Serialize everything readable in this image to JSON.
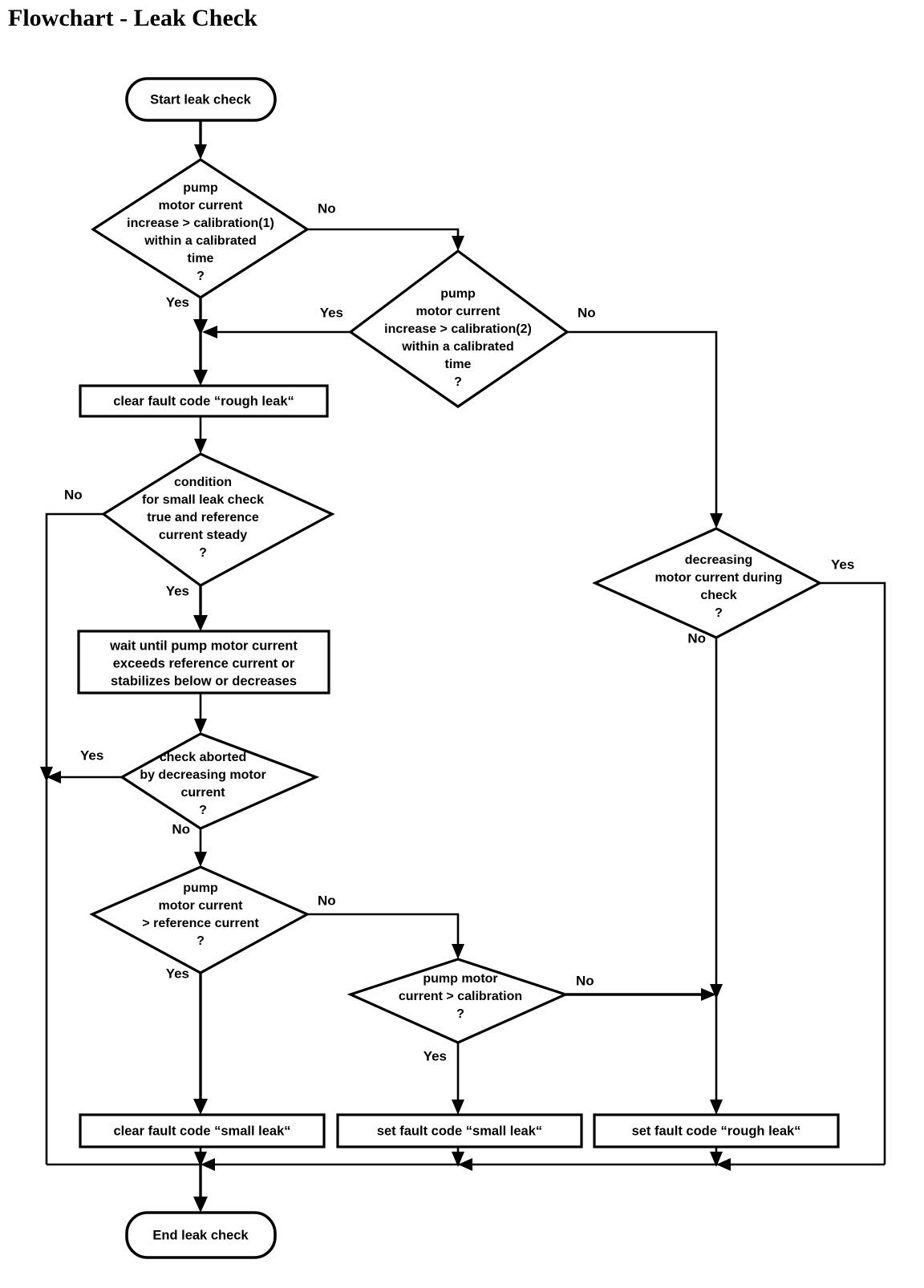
{
  "title": "Flowchart - Leak Check",
  "chart_data": {
    "type": "diagram",
    "diagram_kind": "flowchart",
    "title": "Flowchart - Leak Check",
    "orientation": "top-to-bottom",
    "nodes": [
      {
        "id": "start",
        "shape": "terminator",
        "text": "Start leak check"
      },
      {
        "id": "d1",
        "shape": "decision",
        "lines": [
          "pump",
          "motor current",
          "increase > calibration(1)",
          "within a calibrated",
          "time",
          "?"
        ]
      },
      {
        "id": "d2",
        "shape": "decision",
        "lines": [
          "pump",
          "motor current",
          "increase > calibration(2)",
          "within a calibrated",
          "time",
          "?"
        ]
      },
      {
        "id": "p1",
        "shape": "process",
        "lines": [
          "clear fault code “rough leak“"
        ]
      },
      {
        "id": "d3",
        "shape": "decision",
        "lines": [
          "condition",
          "for small leak check",
          "true and reference",
          "current steady",
          "?"
        ]
      },
      {
        "id": "p2",
        "shape": "process",
        "lines": [
          "wait until pump motor current",
          "exceeds reference current or",
          "stabilizes below or decreases"
        ]
      },
      {
        "id": "d4",
        "shape": "decision",
        "lines": [
          "check aborted",
          "by decreasing motor",
          "current",
          "?"
        ]
      },
      {
        "id": "d5",
        "shape": "decision",
        "lines": [
          "pump",
          "motor current",
          "> reference current",
          "?"
        ]
      },
      {
        "id": "d6",
        "shape": "decision",
        "lines": [
          "decreasing",
          "motor current during",
          "check",
          "?"
        ]
      },
      {
        "id": "d7",
        "shape": "decision",
        "lines": [
          "pump motor",
          "current > calibration",
          "?"
        ]
      },
      {
        "id": "p3",
        "shape": "process",
        "lines": [
          "clear fault code “small leak“"
        ]
      },
      {
        "id": "p4",
        "shape": "process",
        "lines": [
          "set fault code “small leak“"
        ]
      },
      {
        "id": "p5",
        "shape": "process",
        "lines": [
          "set fault code “rough leak“"
        ]
      },
      {
        "id": "end",
        "shape": "terminator",
        "text": "End leak check"
      }
    ],
    "edges": [
      {
        "from": "start",
        "to": "d1",
        "label": ""
      },
      {
        "from": "d1",
        "to": "p1",
        "label": "Yes"
      },
      {
        "from": "d1",
        "to": "d2",
        "label": "No"
      },
      {
        "from": "d2",
        "to": "p1",
        "label": "Yes"
      },
      {
        "from": "d2",
        "to": "d6",
        "label": "No"
      },
      {
        "from": "p1",
        "to": "d3",
        "label": ""
      },
      {
        "from": "d3",
        "to": "p2",
        "label": "Yes"
      },
      {
        "from": "d3",
        "to": "end",
        "label": "No"
      },
      {
        "from": "p2",
        "to": "d4",
        "label": ""
      },
      {
        "from": "d4",
        "to": "end",
        "label": "Yes"
      },
      {
        "from": "d4",
        "to": "d5",
        "label": "No"
      },
      {
        "from": "d5",
        "to": "p3",
        "label": "Yes"
      },
      {
        "from": "d5",
        "to": "d7",
        "label": "No"
      },
      {
        "from": "d6",
        "to": "end",
        "label": "Yes"
      },
      {
        "from": "d6",
        "to": "p5",
        "label": "No"
      },
      {
        "from": "d7",
        "to": "p4",
        "label": "Yes"
      },
      {
        "from": "d7",
        "to": "p5",
        "label": "No"
      },
      {
        "from": "p3",
        "to": "end",
        "label": ""
      },
      {
        "from": "p4",
        "to": "end",
        "label": ""
      },
      {
        "from": "p5",
        "to": "end",
        "label": ""
      }
    ]
  },
  "nodes": {
    "start": {
      "text": "Start leak check"
    },
    "end": {
      "text": "End leak check"
    },
    "d1": {
      "l1": "pump",
      "l2": "motor current",
      "l3": "increase > calibration(1)",
      "l4": "within a calibrated",
      "l5": "time",
      "l6": "?"
    },
    "d2": {
      "l1": "pump",
      "l2": "motor current",
      "l3": "increase > calibration(2)",
      "l4": "within a calibrated",
      "l5": "time",
      "l6": "?"
    },
    "p1": {
      "l1": "clear fault code “rough leak“"
    },
    "d3": {
      "l1": "condition",
      "l2": "for small leak check",
      "l3": "true and reference",
      "l4": "current steady",
      "l5": "?"
    },
    "p2": {
      "l1": "wait until pump motor current",
      "l2": "exceeds reference current or",
      "l3": "stabilizes below or decreases"
    },
    "d4": {
      "l1": "check aborted",
      "l2": "by decreasing motor",
      "l3": "current",
      "l4": "?"
    },
    "d5": {
      "l1": "pump",
      "l2": "motor current",
      "l3": "> reference current",
      "l4": "?"
    },
    "d6": {
      "l1": "decreasing",
      "l2": "motor current during",
      "l3": "check",
      "l4": "?"
    },
    "d7": {
      "l1": "pump motor",
      "l2": "current > calibration",
      "l3": "?"
    },
    "p3": {
      "l1": "clear fault code “small leak“"
    },
    "p4": {
      "l1": "set fault code “small leak“"
    },
    "p5": {
      "l1": "set fault code “rough leak“"
    }
  },
  "edge_labels": {
    "d1_no": "No",
    "d1_yes": "Yes",
    "d2_yes": "Yes",
    "d2_no": "No",
    "d3_no": "No",
    "d3_yes": "Yes",
    "d4_yes": "Yes",
    "d4_no": "No",
    "d5_no": "No",
    "d5_yes": "Yes",
    "d6_yes": "Yes",
    "d6_no": "No",
    "d7_no": "No",
    "d7_yes": "Yes"
  },
  "colors": {
    "stroke": "#000000",
    "fill": "#ffffff",
    "text": "#000000"
  }
}
